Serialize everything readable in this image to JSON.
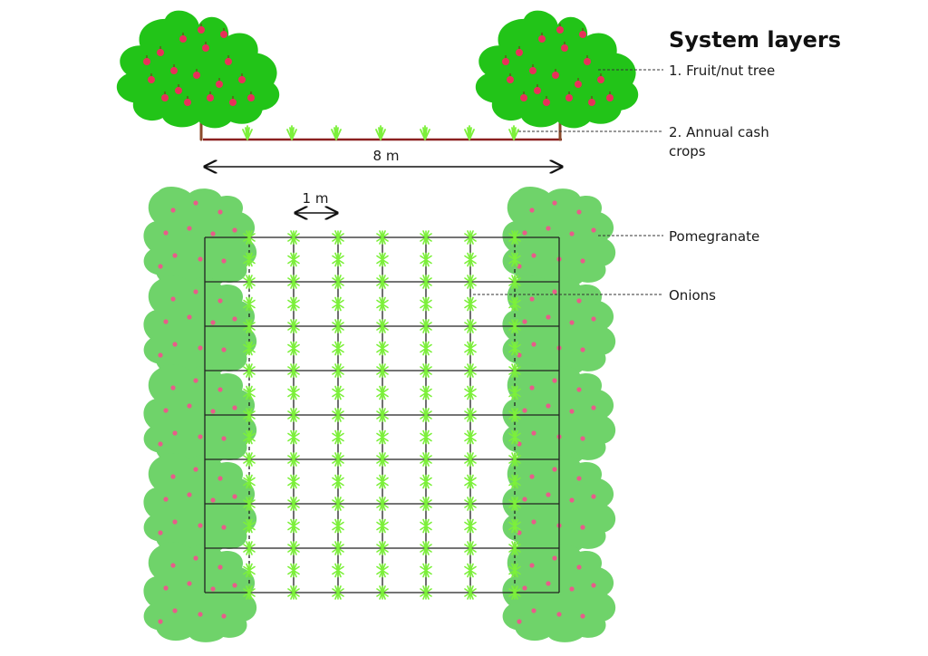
{
  "title": "System layers",
  "layers": [
    {
      "label": "1. Fruit/nut tree"
    },
    {
      "label_line1": "2. Annual cash",
      "label_line2": "crops"
    }
  ],
  "plan_labels": {
    "pomegranate": "Pomegranate",
    "onions": "Onions"
  },
  "dimensions": {
    "row_width": "8 m",
    "plant_spacing": "1 m"
  },
  "colors": {
    "tree_canopy": "#22c418",
    "fruit": "#e8305a",
    "trunk": "#8b4a2b",
    "ground_line": "#8b2020",
    "plan_canopy": "#6fd36a",
    "plan_fruit": "#e85c8a",
    "onion": "#7cf03a"
  }
}
